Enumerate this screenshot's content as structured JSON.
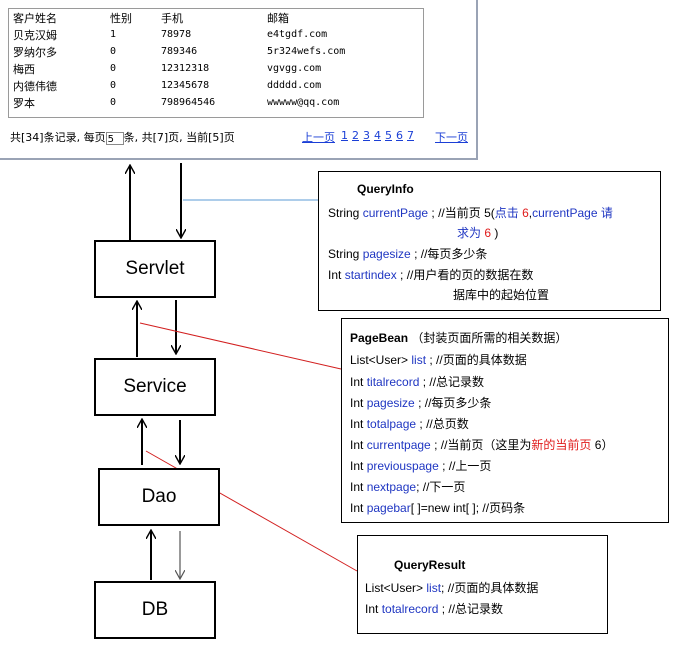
{
  "table": {
    "headers": [
      "客户姓名",
      "性别",
      "手机",
      "邮箱"
    ],
    "rows": [
      {
        "name": "贝克汉姆",
        "gender": "1",
        "phone": "78978",
        "email": "e4tgdf.com"
      },
      {
        "name": "罗纳尔多",
        "gender": "0",
        "phone": "789346",
        "email": "5r324wefs.com"
      },
      {
        "name": "梅西",
        "gender": "0",
        "phone": "12312318",
        "email": "vgvgg.com"
      },
      {
        "name": "内德伟德",
        "gender": "0",
        "phone": "12345678",
        "email": "ddddd.com"
      },
      {
        "name": "罗本",
        "gender": "0",
        "phone": "798964546",
        "email": "wwwww@qq.com"
      }
    ]
  },
  "pager": {
    "text_before": "共[34]条记录, 每页",
    "page_size_value": "5",
    "text_after": "条, 共[7]页, 当前[5]页",
    "prev_label": "上一页",
    "pages": [
      "1",
      "2",
      "3",
      "4",
      "5",
      "6",
      "7"
    ],
    "next_label": "下一页"
  },
  "layers": {
    "servlet": "Servlet",
    "service": "Service",
    "dao": "Dao",
    "db": "DB"
  },
  "query_info": {
    "title": "QueryInfo",
    "l1_type": "String ",
    "l1_var": "currentPage",
    "l1_mid": " ; //当前页 5(",
    "l1_click": "点击 ",
    "l1_six": "6",
    "l1_comma": ",",
    "l1_var2": "currentPage",
    "l1_req": "  请",
    "l2_req": "求为 ",
    "l2_six": "6",
    "l2_end": " )",
    "l3_type": "String ",
    "l3_var": "pagesize",
    "l3_comment": " ;       //每页多少条",
    "l4_type": "Int ",
    "l4_var": "startindex",
    "l4_comment": " ;       //用户看的页的数据在数",
    "l5": "据库中的起始位置"
  },
  "page_bean": {
    "title": "PageBean",
    "title_note": " （封装页面所需的相关数据）",
    "lines": [
      {
        "type": "List<User>   ",
        "var": "list",
        "comment": " ;    //页面的具体数据"
      },
      {
        "type": "Int ",
        "var": "titalrecord",
        "comment": " ;      //总记录数"
      },
      {
        "type": "Int ",
        "var": "pagesize",
        "comment": " ;       //每页多少条"
      },
      {
        "type": "Int ",
        "var": "totalpage",
        "comment": " ;       //总页数"
      },
      {
        "type": "Int ",
        "var": "currentpage",
        "comment": " ; //当前页（这里为"
      },
      {
        "type": "Int ",
        "var": "previouspage",
        "comment": " ; //上一页"
      },
      {
        "type": "Int ",
        "var": "nextpage",
        "comment": ";          //下一页"
      },
      {
        "type": "Int ",
        "var": "pagebar",
        "comment": "[ ]=new int[ ]; //页码条"
      }
    ],
    "new_page_red": "新的当前页",
    "new_page_six": " 6",
    "new_page_end": "）"
  },
  "query_result": {
    "title": "QueryResult",
    "l1_type": "List<User>  ",
    "l1_var": "list",
    "l1_comment": ";   //页面的具体数据",
    "l2_type": "Int    ",
    "l2_var": "totalrecord",
    "l2_comment": " ;     //总记录数"
  },
  "colors": {
    "variable_blue": "#1f36c2",
    "highlight_red": "#e01b1b",
    "connector_red": "#d21f1f",
    "connector_blue": "#5b9bd5",
    "link_blue": "#1b3fd6"
  }
}
